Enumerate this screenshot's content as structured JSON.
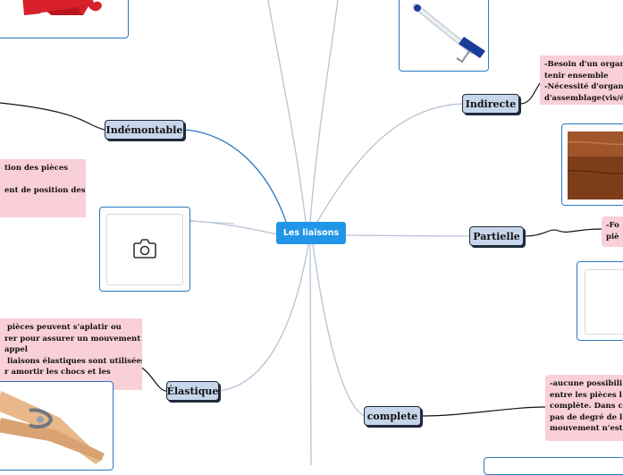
{
  "central_topic": "Les liaisons",
  "branches": {
    "indemontable": "Indémontable",
    "indirecte": "Indirecte",
    "partielle": "Partielle",
    "elastique": "Élastique",
    "complete": "complete"
  },
  "notes": {
    "indirecte": "-Besoin d'un organ\ntenir ensemble\n-Nécessité d'organ\nd'assemblage(vis/é",
    "left_top": "tion des pièces\n\nent de position des",
    "partielle": "-Fo\npiè",
    "elastique": " pièces peuvent s'aplatir ou\nrer pour assurer un mouvement\nappel\n liaisons élastiques sont utilisées\nr amortir les chocs et les",
    "complete": "-aucune possibili\nentre les pièces l\ncomplète. Dans c\npas de degré de l\nmouvement n'est"
  },
  "icons": {
    "camera": "camera-icon"
  },
  "colors": {
    "central": "#2196e8",
    "branch_fill": "#c7d6ea",
    "note_fill": "#f9cfd8",
    "link": "#b8c4d4",
    "card_border": "#2b78c2"
  }
}
